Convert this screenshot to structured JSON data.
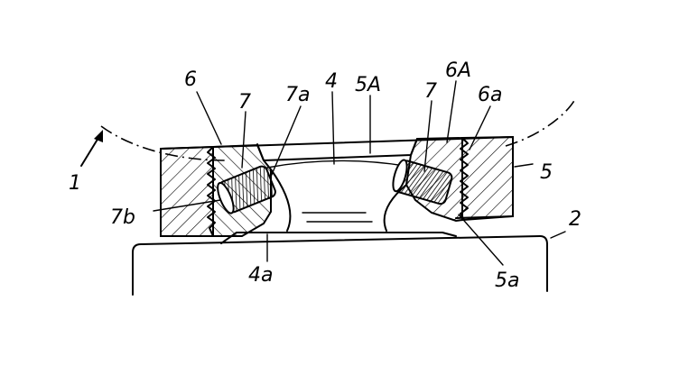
{
  "labels": {
    "l1": "1",
    "l2": "2",
    "l4": "4",
    "l4a": "4a",
    "l5": "5",
    "l5A": "5A",
    "l5a": "5a",
    "l6": "6",
    "l6A": "6A",
    "l6a": "6a",
    "l7_left": "7",
    "l7_right": "7",
    "l7a": "7a",
    "l7b": "7b"
  }
}
